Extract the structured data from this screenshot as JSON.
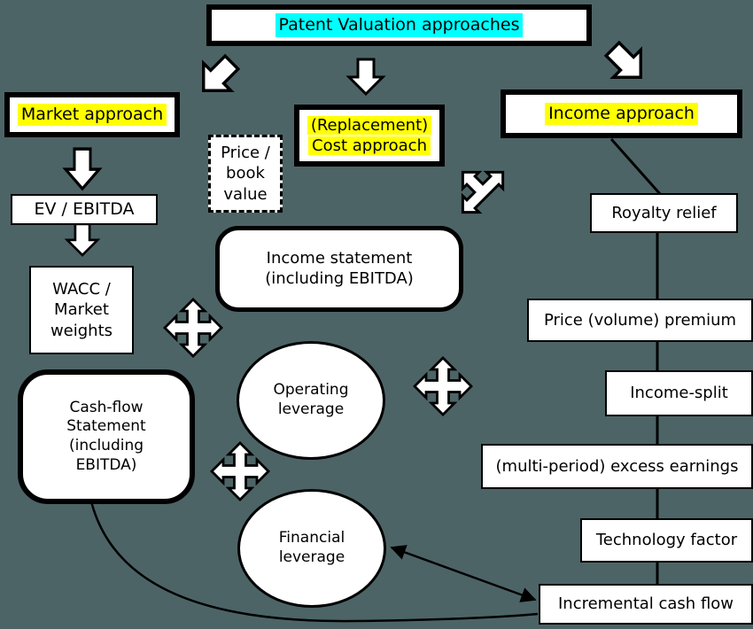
{
  "colors": {
    "background": "#4d6467",
    "cyan_highlight": "#00ffff",
    "yellow_highlight": "#ffff00",
    "box_fill": "#ffffff",
    "line_color": "#000000"
  },
  "title": "Patent Valuation approaches",
  "approaches": {
    "market": "Market approach",
    "cost": {
      "line1": "(Replacement)",
      "line2": "Cost approach"
    },
    "income": "Income approach"
  },
  "market_branch": {
    "price_book": {
      "line1": "Price /",
      "line2": "book",
      "line3": "value"
    },
    "ev_ebitda": "EV / EBITDA",
    "wacc": {
      "line1": "WACC /",
      "line2": "Market",
      "line3": "weights"
    }
  },
  "statements": {
    "income_statement": {
      "line1": "Income statement",
      "line2": "(including EBITDA)"
    },
    "cashflow": {
      "line1": "Cash-flow",
      "line2": "Statement",
      "line3": "(including",
      "line4": "EBITDA)"
    },
    "operating_leverage": {
      "line1": "Operating",
      "line2": "leverage"
    },
    "financial_leverage": {
      "line1": "Financial",
      "line2": "leverage"
    }
  },
  "income_methods": [
    "Royalty relief",
    "Price (volume) premium",
    "Income-split",
    "(multi-period) excess earnings",
    "Technology factor",
    "Incremental cash flow"
  ]
}
